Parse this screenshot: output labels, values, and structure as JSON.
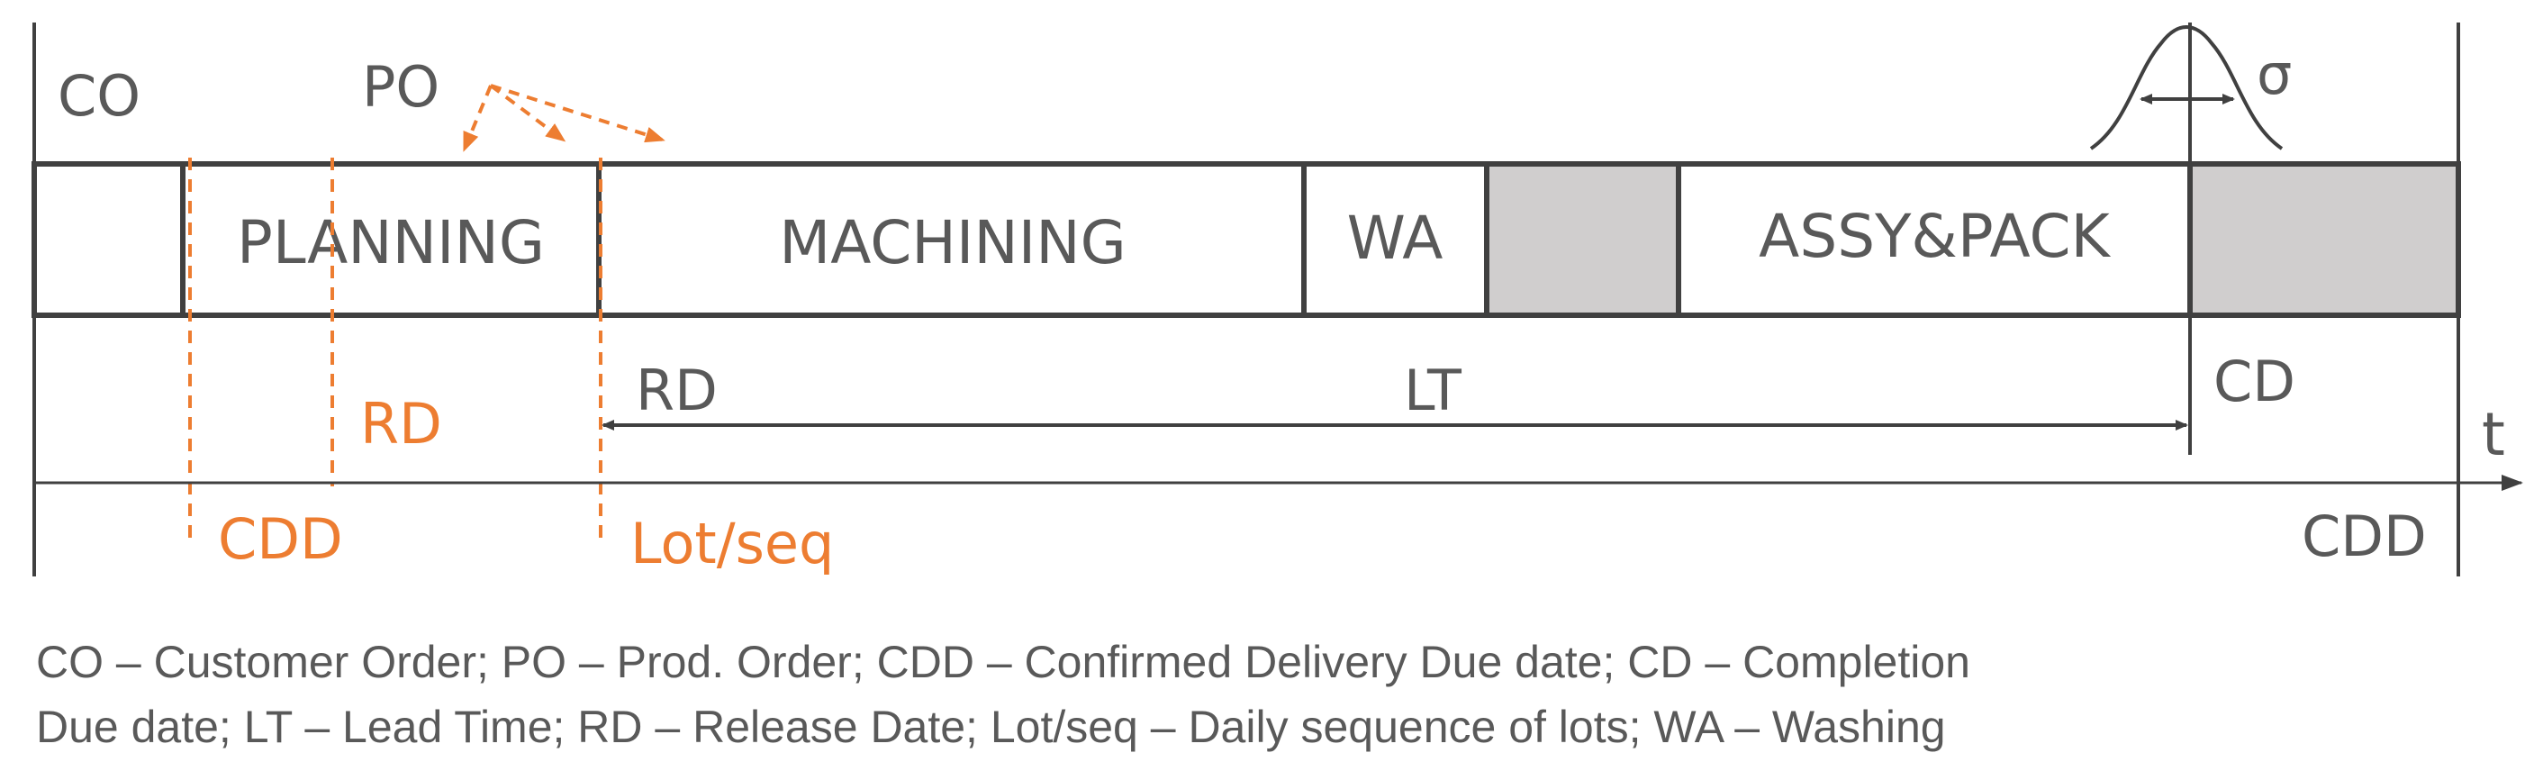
{
  "colors": {
    "text_gray": "#595959",
    "accent_orange": "#ED7D31",
    "stage_shaded": "#D0CECE",
    "stroke": "#404040"
  },
  "labels": {
    "co": "CO",
    "po": "PO",
    "sigma": "σ",
    "time_axis": "t",
    "rd_lower": "RD",
    "rd_release": "RD",
    "lt": "LT",
    "cd": "CD",
    "cdd_left": "CDD",
    "cdd_right": "CDD",
    "lot_seq": "Lot/seq"
  },
  "stages": [
    {
      "label": "",
      "shaded": false
    },
    {
      "label": "PLANNING",
      "shaded": false
    },
    {
      "label": "MACHINING",
      "shaded": false
    },
    {
      "label": "WA",
      "shaded": false
    },
    {
      "label": "",
      "shaded": true
    },
    {
      "label": "ASSY&PACK",
      "shaded": false
    },
    {
      "label": "",
      "shaded": true
    }
  ],
  "legend": {
    "line1": "CO – Customer Order; PO – Prod. Order; CDD – Confirmed Delivery Due date; CD – Completion",
    "line2": "Due date;  LT – Lead Time; RD – Release Date; Lot/seq – Daily sequence of lots; WA – Washing"
  }
}
